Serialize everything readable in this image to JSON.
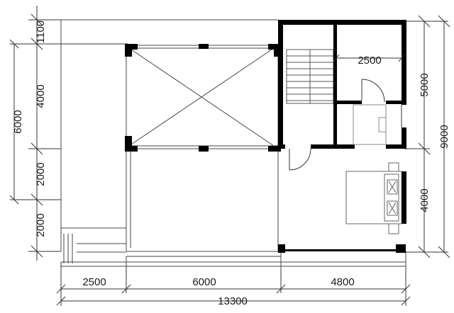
{
  "dimensions": {
    "left_segments": [
      "1100",
      "4000",
      "2000",
      "2000"
    ],
    "left_outer": "6000",
    "right_segments": [
      "5000",
      "4000"
    ],
    "right_outer": "9000",
    "bottom_segments": [
      "2500",
      "6000",
      "4800"
    ],
    "bottom_total": "13300",
    "room_width_label": "2500"
  }
}
